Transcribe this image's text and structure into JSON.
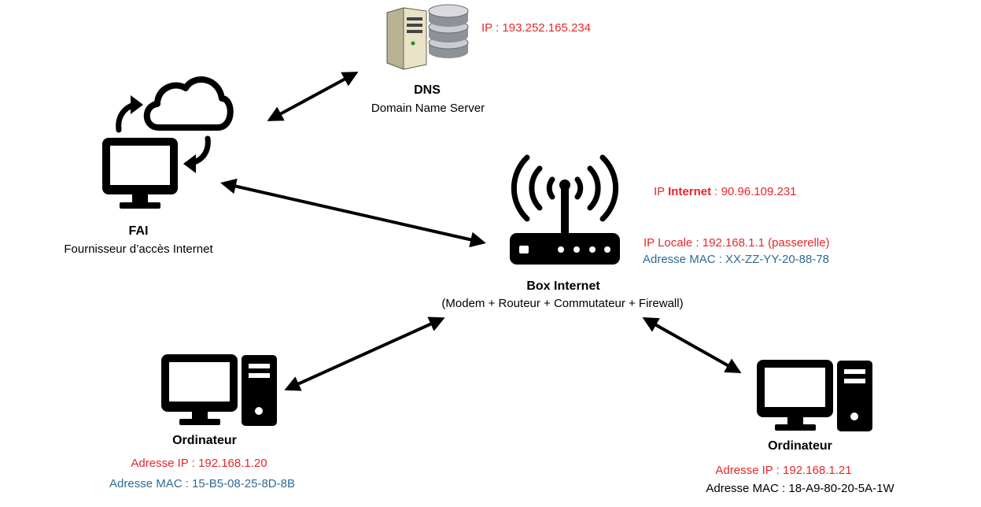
{
  "colors": {
    "ip_red": "#e8262a",
    "mac_blue": "#2e6a96",
    "icon_black": "#000000",
    "server_beige": "#e8e2c6",
    "disk_gray": "#9ca1a6"
  },
  "dns": {
    "icon": "dns-server-icon",
    "title": "DNS",
    "subtitle": "Domain Name Server",
    "ip": "IP : 193.252.165.234"
  },
  "fai": {
    "icon": "isp-cloud-monitor-icon",
    "title": "FAI",
    "subtitle": "Fournisseur d’accès Internet"
  },
  "box": {
    "icon": "wifi-router-icon",
    "title": "Box Internet",
    "subtitle": "(Modem + Routeur + Commutateur + Firewall)",
    "ip_internet_prefix": "IP ",
    "ip_internet_bold": "Internet",
    "ip_internet_value": " : 90.96.109.231",
    "ip_local": "IP Locale : 192.168.1.1 (passerelle)",
    "mac": "Adresse MAC : XX-ZZ-YY-20-88-78"
  },
  "computers": [
    {
      "icon": "desktop-computer-icon",
      "title": "Ordinateur",
      "ip": "Adresse IP : 192.168.1.20",
      "mac": "Adresse MAC : 15-B5-08-25-8D-8B"
    },
    {
      "icon": "desktop-computer-icon",
      "title": "Ordinateur",
      "ip": "Adresse IP : 192.168.1.21",
      "mac": "Adresse MAC : 18-A9-80-20-5A-1W"
    }
  ]
}
